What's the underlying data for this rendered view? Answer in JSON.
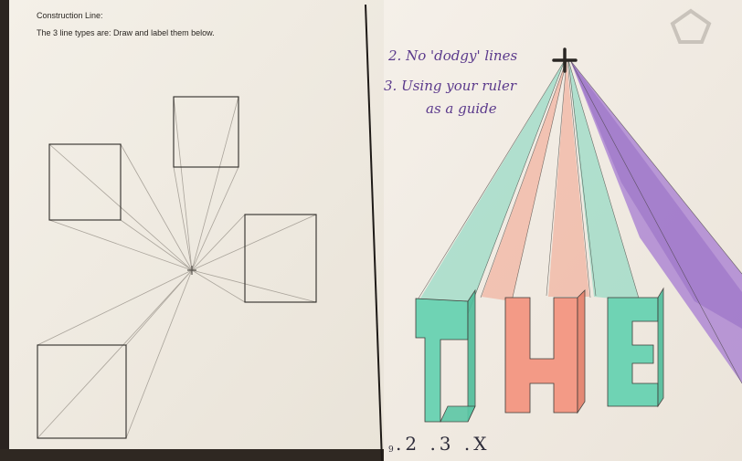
{
  "worksheet": {
    "heading": "Construction Line:",
    "instruction": "The 3 line types are: Draw and label them below."
  },
  "notes": {
    "item2": "2. No 'dodgy' lines",
    "item3_line1": "3. Using your ruler",
    "item3_line2": "as a guide",
    "page_number": "9",
    "footer_marks": ".2 .3 .X"
  },
  "drawing": {
    "letters": [
      "T",
      "H",
      "E"
    ],
    "letter_colors": [
      "#6fd3b4",
      "#f39a86",
      "#6fd3b4"
    ],
    "beam_color_purple": "#9a6cc9",
    "vanishing_point_symbol": "+"
  },
  "colors": {
    "paper": "#f3eee6",
    "pencil": "#4a4640",
    "teal": "#6fd3b4",
    "coral": "#f39a86",
    "purple": "#9a6cc9",
    "ink_purple": "#5b3a8c"
  }
}
